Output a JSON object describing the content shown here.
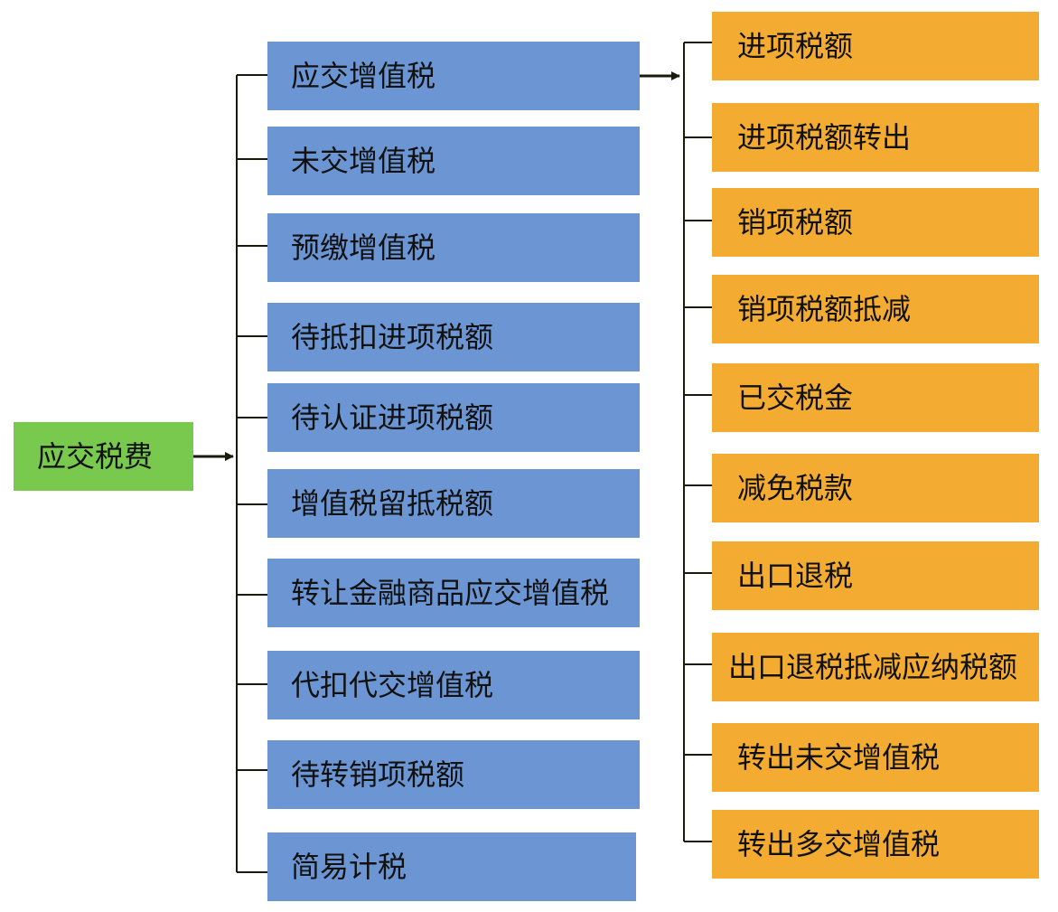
{
  "colors": {
    "root_fill": "#7ac94f",
    "mid_fill": "#6b96d3",
    "right_fill": "#f3ac31",
    "line": "#1a1a0a"
  },
  "root": {
    "label": "应交税费"
  },
  "middle": [
    {
      "label": "应交增值税"
    },
    {
      "label": "未交增值税"
    },
    {
      "label": "预缴增值税"
    },
    {
      "label": "待抵扣进项税额"
    },
    {
      "label": "待认证进项税额"
    },
    {
      "label": "增值税留抵税额"
    },
    {
      "label": "转让金融商品应交增值税"
    },
    {
      "label": "代扣代交增值税"
    },
    {
      "label": "待转销项税额"
    },
    {
      "label": "简易计税"
    }
  ],
  "right": [
    {
      "label": "进项税额"
    },
    {
      "label": "进项税额转出"
    },
    {
      "label": "销项税额"
    },
    {
      "label": "销项税额抵减"
    },
    {
      "label": "已交税金"
    },
    {
      "label": "减免税款"
    },
    {
      "label": "出口退税"
    },
    {
      "label": "出口退税抵减应纳税额"
    },
    {
      "label": "转出未交增值税"
    },
    {
      "label": "转出多交增值税"
    }
  ]
}
